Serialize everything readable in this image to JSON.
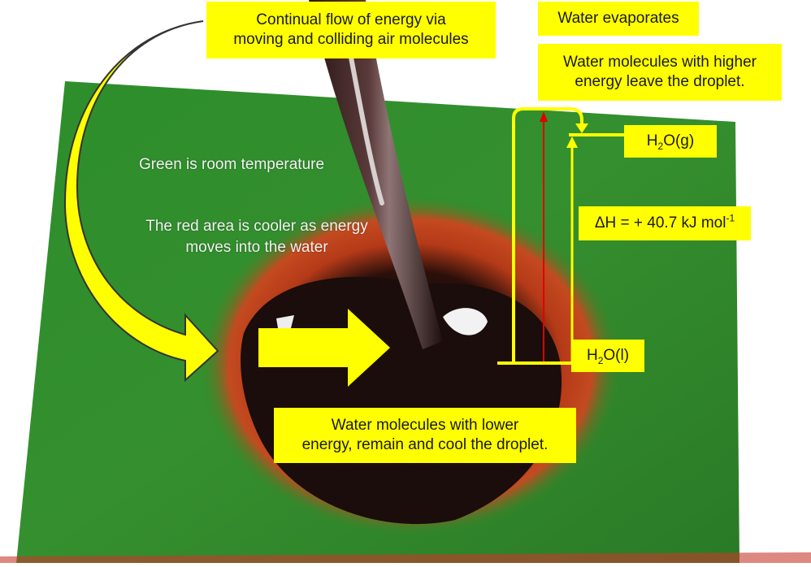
{
  "colors": {
    "label_bg": "#ffff00",
    "arrow_fill": "#ffff00",
    "green_surface": "#2f8a2a",
    "cool_red": "#c8401c",
    "droplet": "#1a0d0b",
    "red_line": "#e00000"
  },
  "labels": {
    "top_flow_line1": "Continual flow of energy via",
    "top_flow_line2": "moving and colliding  air molecules",
    "evaporates": "Water evaporates",
    "higher_line1": "Water molecules with higher",
    "higher_line2": "energy leave the droplet.",
    "gas_main": "H",
    "gas_sub": "2",
    "gas_rest": "O(g)",
    "delta_h_main": "ΔH = + 40.7 kJ mol",
    "delta_h_sup": "-1",
    "liquid_main": "H",
    "liquid_sub": "2",
    "liquid_rest": "O(l)",
    "lower_line1": "Water molecules with lower",
    "lower_line2": "energy, remain and cool the droplet.",
    "green_note": "Green is room temperature",
    "red_note_line1": "The red area is cooler as energy",
    "red_note_line2": "moves into the water"
  }
}
